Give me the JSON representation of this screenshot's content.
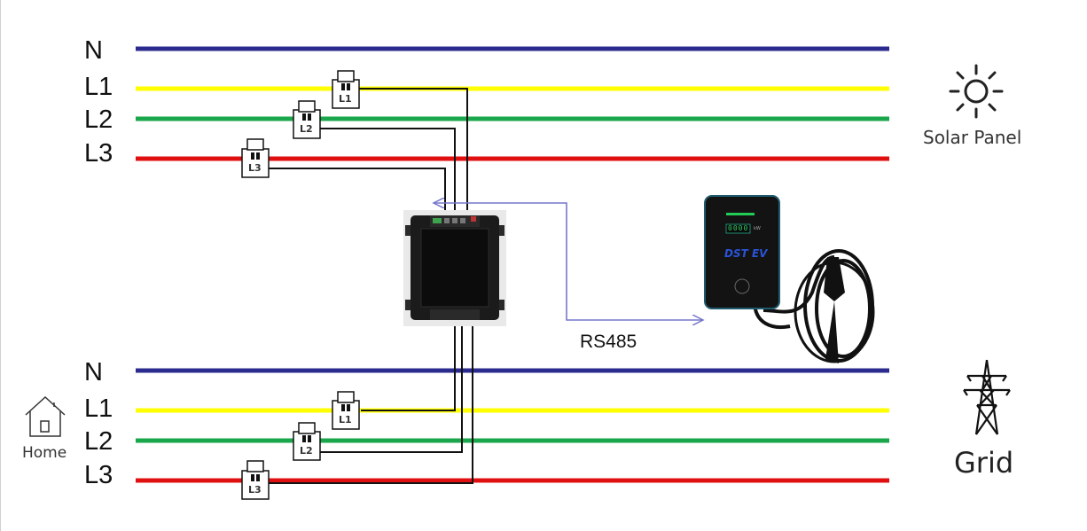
{
  "colors": {
    "neutral": "#2b2b8f",
    "l1": "#ffff00",
    "l2": "#1aa64a",
    "l3": "#e01010",
    "rs485_arrow": "#7777cc"
  },
  "top_bus": {
    "labels": [
      "N",
      "L1",
      "L2",
      "L3"
    ],
    "source_label": "Solar Panel",
    "source_icon": "sun-icon"
  },
  "bottom_bus": {
    "labels": [
      "N",
      "L1",
      "L2",
      "L3"
    ],
    "load_label": "Home",
    "load_icon": "house-icon",
    "source_label": "Grid",
    "source_icon": "transmission-tower-icon"
  },
  "ct_sensors": [
    "L1",
    "L2",
    "L3"
  ],
  "meter_device": {
    "icon": "energy-meter-icon"
  },
  "charger": {
    "icon": "ev-charger-icon",
    "brand": "DST EV",
    "display": "0000",
    "display_unit": "kW"
  },
  "link_label": "RS485"
}
